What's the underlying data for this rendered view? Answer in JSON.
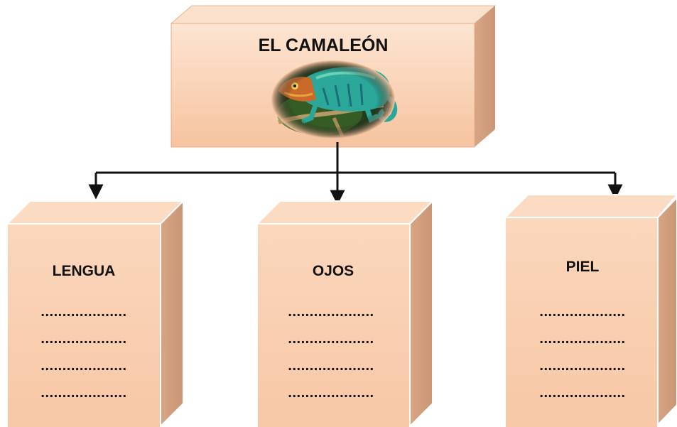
{
  "title_box": {
    "label": "EL CAMALEÓN",
    "image": "chameleon-photo"
  },
  "children": [
    {
      "label": "LENGUA",
      "lines": [
        "....................",
        "....................",
        "....................",
        "...................."
      ]
    },
    {
      "label": "OJOS",
      "lines": [
        "....................",
        "....................",
        "....................",
        "...................."
      ]
    },
    {
      "label": "PIEL",
      "lines": [
        "....................",
        "....................",
        "....................",
        "...................."
      ]
    }
  ],
  "colors": {
    "box_front": "#f9cfae",
    "box_front_light": "#fde1cb",
    "box_top": "#fbd6b8",
    "box_side": "#d9a787",
    "connector": "#111111"
  }
}
